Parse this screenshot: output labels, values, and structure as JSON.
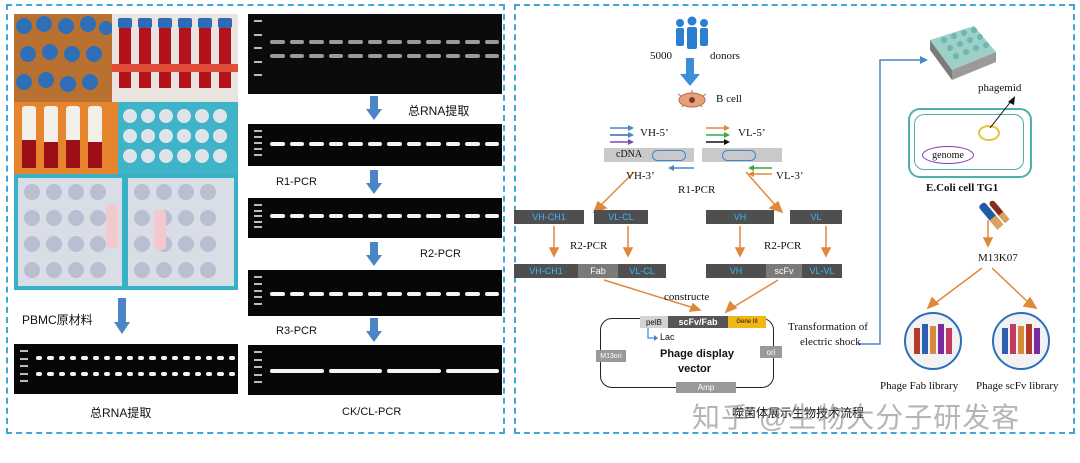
{
  "left_panel": {
    "label_pbmc": "PBMC原材料",
    "label_rna_bottom": "总RNA提取",
    "label_rna_top": "总RNA提取",
    "label_r1": "R1-PCR",
    "label_r2": "R2-PCR",
    "label_r3": "R3-PCR",
    "label_ckcl": "CK/CL-PCR"
  },
  "right_panel": {
    "donors_count": "5000",
    "donors_label": "donors",
    "bcell": "B cell",
    "vh5": "VH-5’",
    "vl5": "VL-5’",
    "cdna": "cDNA",
    "vh3": "VH-3’",
    "vl3": "VL-3’",
    "r1pcr": "R1-PCR",
    "gene_vhch1": "VH-CH1",
    "gene_vlcl": "VL-CL",
    "gene_vh": "VH",
    "gene_vl": "VL",
    "r2pcr_left": "R2-PCR",
    "r2pcr_right": "R2-PCR",
    "fab_left": "VH-CH1",
    "fab_mid": "Fab",
    "fab_right": "VL-CL",
    "scfv_left": "VH",
    "scfv_mid": "scFv",
    "scfv_right": "VL-VL",
    "constructe": "constructe",
    "vector_pelb": "pelB",
    "vector_insert": "scFv/Fab",
    "vector_gene3": "Gene III",
    "vector_lac": "Lac",
    "vector_title1": "Phage display",
    "vector_title2": "vector",
    "vector_m13": "M13ori",
    "vector_ori": "ori",
    "vector_amp": "Amp",
    "transform1": "Transformation of",
    "transform2": "electric shock",
    "phagemid": "phagemid",
    "genome": "genome",
    "ecoli": "E.Coli cell TG1",
    "m13k07": "M13K07",
    "lib_fab": "Phage Fab library",
    "lib_scfv": "Phage scFv library",
    "caption": "噬菌体展示生物技术流程"
  },
  "watermark": "知乎 @生物大分子研发客",
  "colors": {
    "border": "#3ea7d8",
    "arrow_blue": "#4a86c5",
    "arrow_orange": "#e0883a",
    "gene_fill": "#4f4f4f",
    "gene_text": "#38b6ff"
  }
}
